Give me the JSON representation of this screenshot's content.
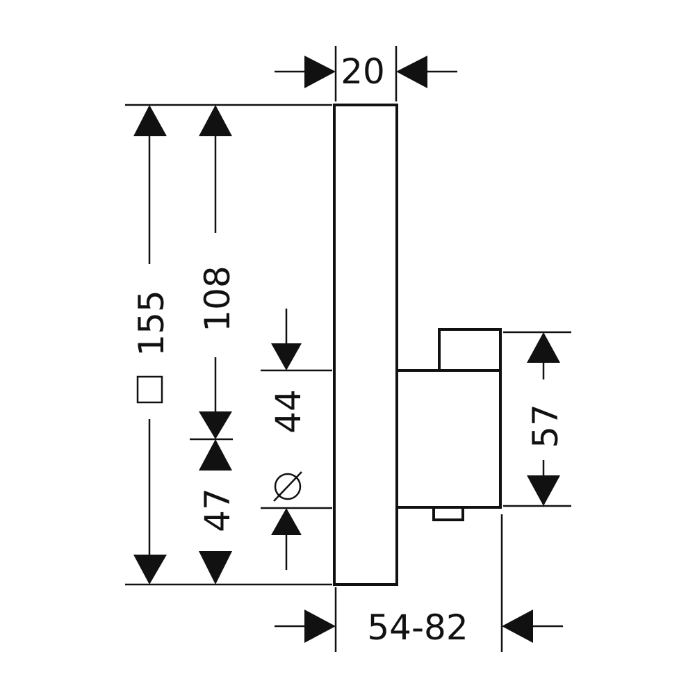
{
  "dimensions": {
    "top_width": "20",
    "overall_height": "155",
    "upper_height": "108",
    "lower_height": "47",
    "hole_diameter": "44",
    "body_height": "57",
    "depth_range": "54-82"
  },
  "symbols": {
    "square": "square-symbol",
    "diameter": "diameter-symbol"
  },
  "colors": {
    "line": "#111111",
    "background": "#ffffff"
  }
}
